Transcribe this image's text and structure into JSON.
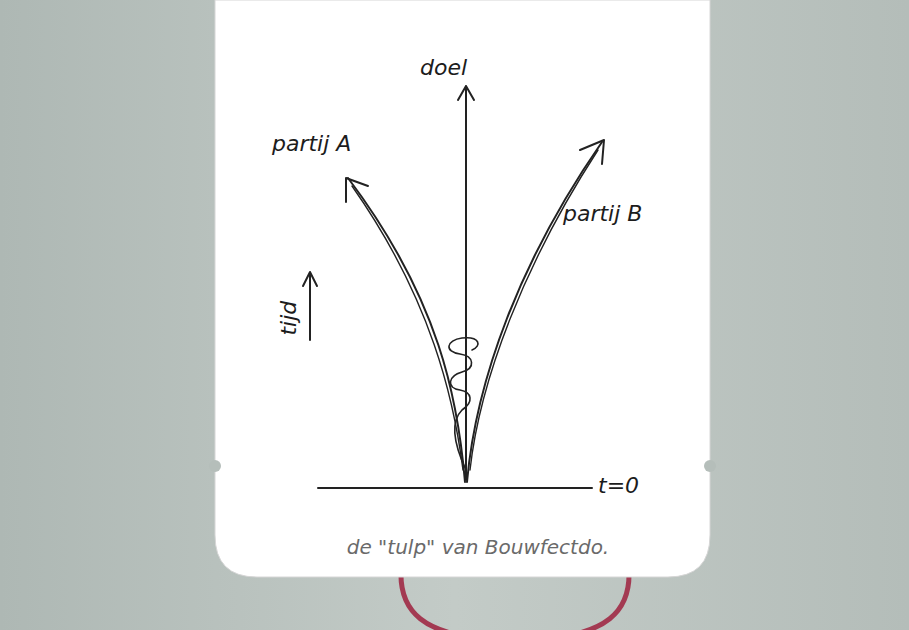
{
  "diagram": {
    "caption": "de \"tulp\" van Bouwfectdo.",
    "labels": [
      "doel",
      "partij A",
      "partij B",
      "tijd",
      "t=0"
    ]
  }
}
